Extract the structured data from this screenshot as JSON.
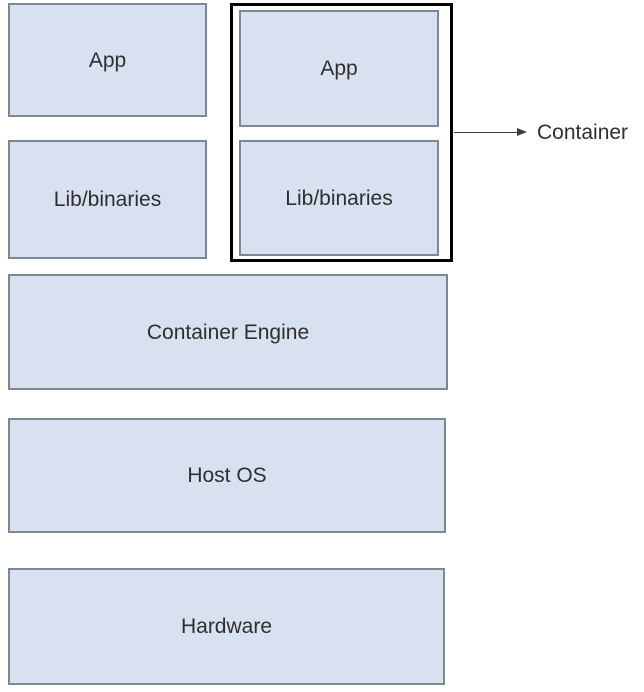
{
  "diagram": {
    "host_stack": {
      "app_label": "App",
      "lib_label": "Lib/binaries"
    },
    "container_group": {
      "app_label": "App",
      "lib_label": "Lib/binaries",
      "callout_label": "Container"
    },
    "layers": {
      "container_engine_label": "Container Engine",
      "host_os_label": "Host OS",
      "hardware_label": "Hardware"
    },
    "colors": {
      "box_fill": "#d7e1f0",
      "box_border": "#7e8893",
      "group_border": "#000000",
      "arrow_color": "#3f3f3f",
      "text_color": "#2f2f2f",
      "background": "#ffffff"
    }
  }
}
